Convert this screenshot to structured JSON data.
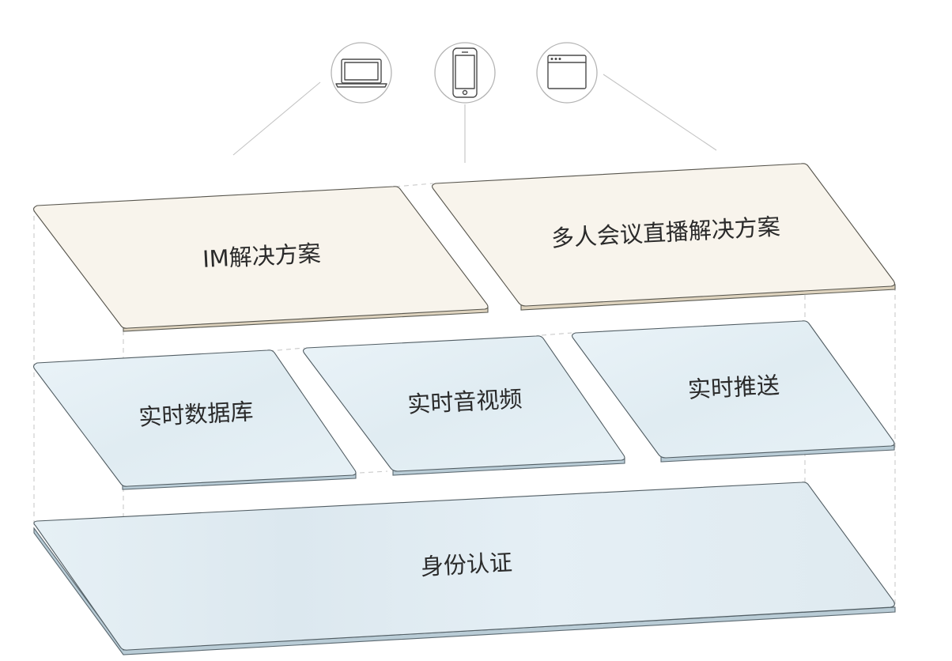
{
  "devices": [
    {
      "kind": "laptop",
      "icon": "laptop-icon"
    },
    {
      "kind": "phone",
      "icon": "smartphone-icon"
    },
    {
      "kind": "browser",
      "icon": "browser-window-icon"
    }
  ],
  "layers": {
    "solutions": [
      {
        "label": "IM解决方案"
      },
      {
        "label": "多人会议直播解决方案"
      }
    ],
    "services": [
      {
        "label": "实时数据库"
      },
      {
        "label": "实时音视频"
      },
      {
        "label": "实时推送"
      }
    ],
    "foundation": [
      {
        "label": "身份认证"
      }
    ]
  },
  "colors": {
    "solution_fill": "#f8f4ec",
    "solution_edge": "#d9cdb7",
    "service_fill": "#e5f0f6",
    "service_edge": "#9fb4c0",
    "foundation_fill": "#e3eef4",
    "foundation_edge": "#9fb4c0"
  }
}
